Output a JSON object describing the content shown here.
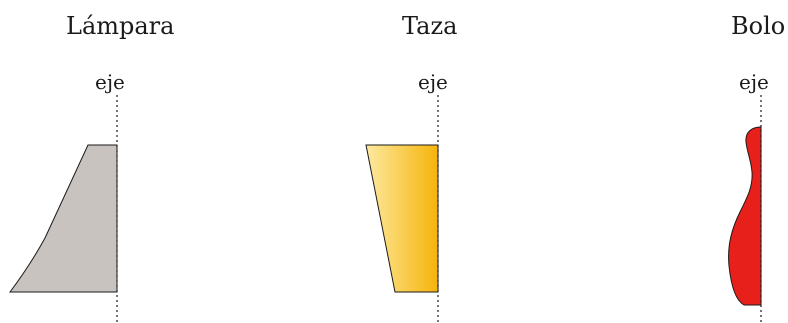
{
  "figures": [
    {
      "title": "Lámpara",
      "axis_label": "eje",
      "fill": "#c9c3c0"
    },
    {
      "title": "Taza",
      "axis_label": "eje",
      "fill_gradient": [
        "#fde9a0",
        "#f5b40a"
      ]
    },
    {
      "title": "Bolo",
      "axis_label": "eje",
      "fill": "#e8201c"
    }
  ],
  "colors": {
    "stroke": "#1a1a1a"
  }
}
